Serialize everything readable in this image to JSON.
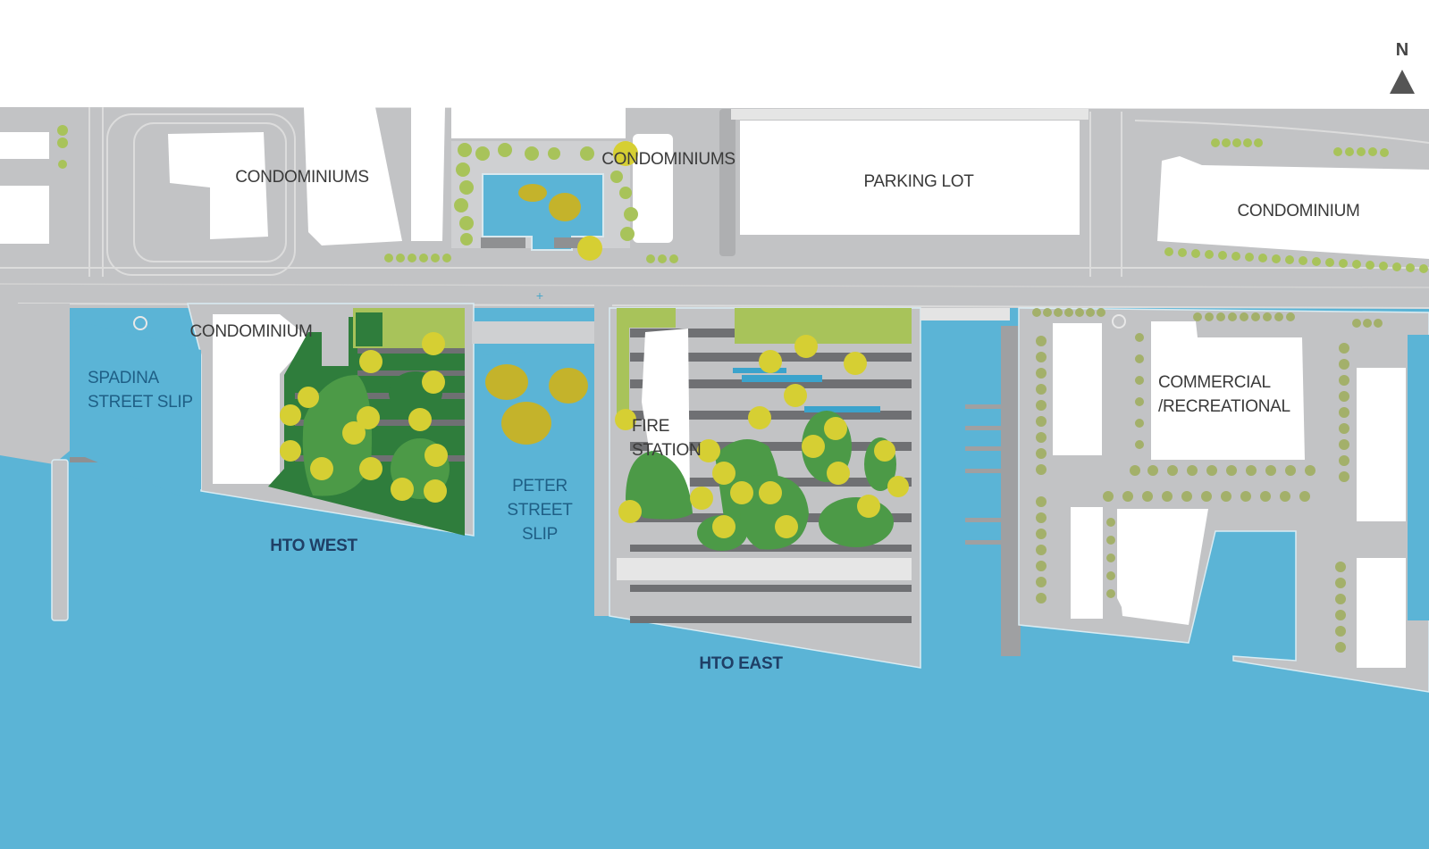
{
  "map": {
    "north_arrow": {
      "label": "N",
      "icon": "north-arrow-icon"
    },
    "colors": {
      "water": "#5bb4d6",
      "ground": "#c2c3c5",
      "road_line": "#dcdcdc",
      "building": "#ffffff",
      "tree_light": "#a8c35a",
      "tree_yellow": "#d6cf33",
      "park_dark": "#2f7d3c",
      "park_mid": "#4c9a47",
      "stripe_dark": "#6f7073",
      "water_label": "#1f5f86",
      "park_label": "#1f3f66"
    },
    "labels": {
      "condos_nw": "CONDOMINIUMS",
      "condos_n": "CONDOMINIUMS",
      "parking_lot": "PARKING LOT",
      "condo_ne": "CONDOMINIUM",
      "condo_sw": "CONDOMINIUM",
      "commercial_1": "COMMERCIAL",
      "commercial_2": "/RECREATIONAL",
      "fire_1": "FIRE",
      "fire_2": "STATION"
    },
    "water_labels": {
      "spadina_1": "SPADINA",
      "spadina_2": "STREET SLIP",
      "peter_1": "PETER",
      "peter_2": "STREET",
      "peter_3": "SLIP"
    },
    "park_labels": {
      "hto_west": "HTO WEST",
      "hto_east": "HTO EAST"
    }
  }
}
